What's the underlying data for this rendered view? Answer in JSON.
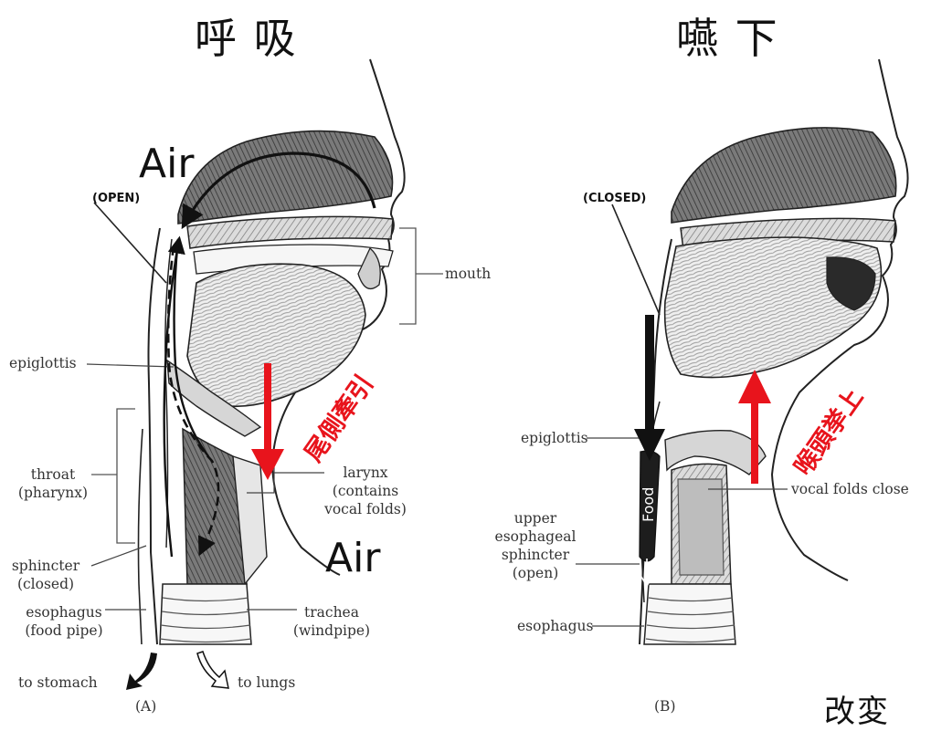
{
  "titles": {
    "left": "呼 吸",
    "right": "嚥 下"
  },
  "left_panel": {
    "air_top": "Air",
    "state": "(OPEN)",
    "air_bottom": "Air",
    "mouth": "mouth",
    "epiglottis": "epiglottis",
    "throat": [
      "throat",
      "(pharynx)"
    ],
    "larynx": [
      "larynx",
      "(contains",
      "vocal folds)"
    ],
    "sphincter": [
      "sphincter",
      "(closed)"
    ],
    "esophagus": [
      "esophagus",
      "(food pipe)"
    ],
    "trachea": [
      "trachea",
      "(windpipe)"
    ],
    "to_stomach": "to stomach",
    "to_lungs": "to lungs",
    "red_label": "尾側牽引",
    "caption": "(A)"
  },
  "right_panel": {
    "state": "(CLOSED)",
    "food": "Food",
    "epiglottis": "epiglottis",
    "vocal_folds": "vocal folds close",
    "upper_sphincter": [
      "upper",
      "esophageal",
      "sphincter",
      "(open)"
    ],
    "esophagus": "esophagus",
    "red_label": "喉頭挙上",
    "caption": "(B)",
    "footer_fragment": "改変"
  },
  "colors": {
    "arrow_red": "#e8141c",
    "ink": "#222222",
    "shade": "#8a8a8a"
  }
}
